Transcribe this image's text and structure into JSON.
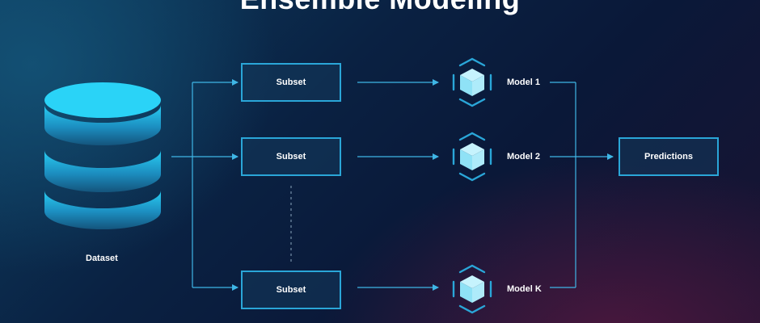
{
  "title": "Ensemble Modeling",
  "dataset": {
    "label": "Dataset"
  },
  "subsets": [
    {
      "label": "Subset"
    },
    {
      "label": "Subset"
    },
    {
      "label": "Subset"
    }
  ],
  "models": [
    {
      "label": "Model 1",
      "icon": "cube-icon"
    },
    {
      "label": "Model 2",
      "icon": "cube-icon"
    },
    {
      "label": "Model K",
      "icon": "cube-icon"
    }
  ],
  "output": {
    "label": "Predictions"
  },
  "colors": {
    "accent": "#2aa6d8",
    "arrow": "#3fb6e6",
    "cylinder_top": "#2ad0f5",
    "cylinder_bottom": "#14547c",
    "cube": "#a9ecfb"
  }
}
